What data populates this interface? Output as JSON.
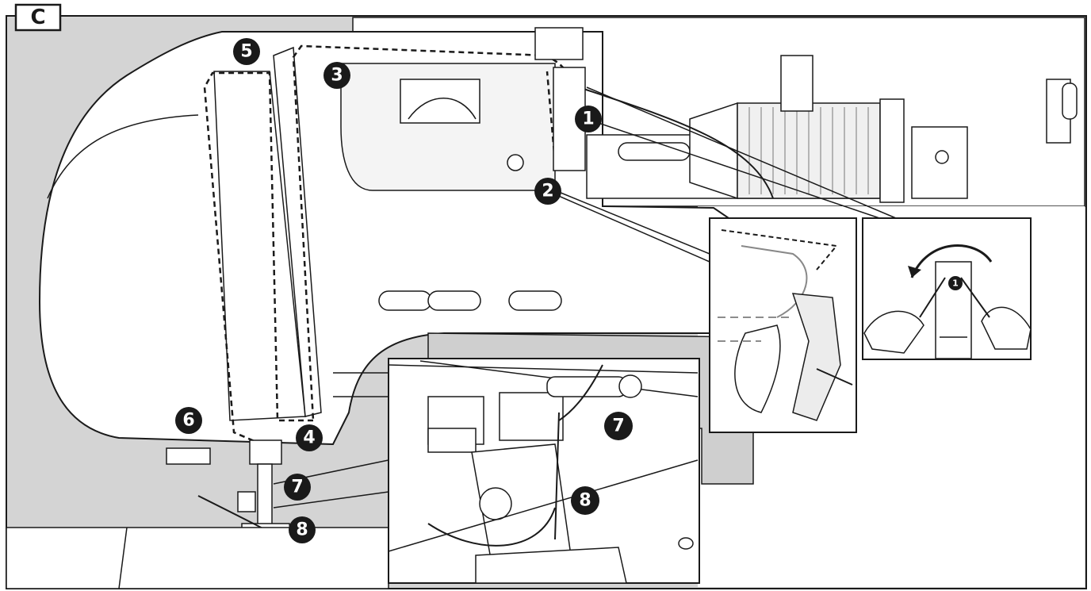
{
  "figure": {
    "panel_label": "C",
    "main_markers": [
      "1",
      "2",
      "3",
      "4",
      "5",
      "6",
      "7",
      "8"
    ],
    "inset_needle_markers": [
      "7",
      "8"
    ],
    "inset_hand_marker": "1"
  },
  "colors": {
    "background": "#d4d4d4",
    "machine_body": "#ffffff",
    "line": "#1a1a1a",
    "marker_fill": "#1a1a1a",
    "marker_text": "#ffffff"
  }
}
